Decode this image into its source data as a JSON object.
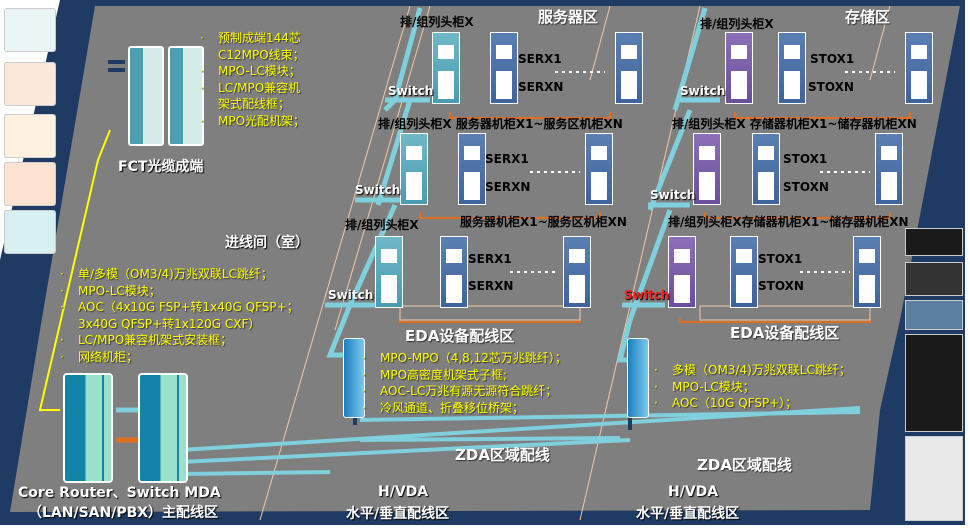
{
  "fct": {
    "label": "FCT光缆成端",
    "bullets": [
      "预制成端144芯",
      "C12MPO线束；",
      "MPO-LC模块；",
      "LC/MPO兼容机",
      "架式配线框；",
      "MPO光配机架；"
    ]
  },
  "entrance_room": "进线间（室）",
  "mda": {
    "bullets": [
      "单/多模（OM3/4)万兆双联LC跳纤；",
      "MPO-LC模块；",
      "AOC（4x10G FSP+转1x40G QFSP+；",
      "3x40G QFSP+转1x120G CXF）",
      "LC/MPO兼容机架式安装框；",
      "网络机柜；"
    ],
    "label_line1": "Core Router、Switch  MDA",
    "label_line2": "（LAN/SAN/PBX）主配线区"
  },
  "server_zone": {
    "title": "服务器区",
    "head_cabinet": "排/组列头柜X",
    "row_label": "排/组列头柜X  服务器机柜X1~服务区机柜XN",
    "row_label_short": "服务器机柜X1~服务区机柜XN",
    "first": "SERX1",
    "last": "SERXN",
    "switch": "Switch",
    "eda": "EDA设备配线区"
  },
  "storage_zone": {
    "title": "存储区",
    "head_cabinet": "排/组列头柜X",
    "row_label": "排/组列头柜X  存储器机柜X1~储存器机柜XN",
    "row_label_2": "排/组列头柜X存储器机柜X1~储存器机柜XN",
    "first": "STOX1",
    "last": "STOXN",
    "switch": "Switch",
    "eda": "EDA设备配线区"
  },
  "hda_left": {
    "bullets": [
      "MPO-MPO（4,8,12芯万兆跳纤）；",
      "MPO高密度机架式子框;",
      "AOC-LC万兆有源无源符合跳纤；",
      "冷风通道、折叠移位桥架；"
    ],
    "zda": "ZDA区域配线",
    "line1": "H/VDA",
    "line2": "水平/垂直配线区"
  },
  "hda_right": {
    "bullets": [
      "多模（OM3/4)万兆双联LC跳纤；",
      "MPO-LC模块；",
      "AOC（10G  QFSP+）；"
    ],
    "zda": "ZDA区域配线",
    "line1": "H/VDA",
    "line2": "水平/垂直配线区"
  },
  "colors": {
    "floor": "#7f7f7f",
    "border": "#1f3b63",
    "cable": "#7fd0dc",
    "fiber": "#e07020",
    "yellow": "#ffff00",
    "switch_red": "#ff2020"
  }
}
